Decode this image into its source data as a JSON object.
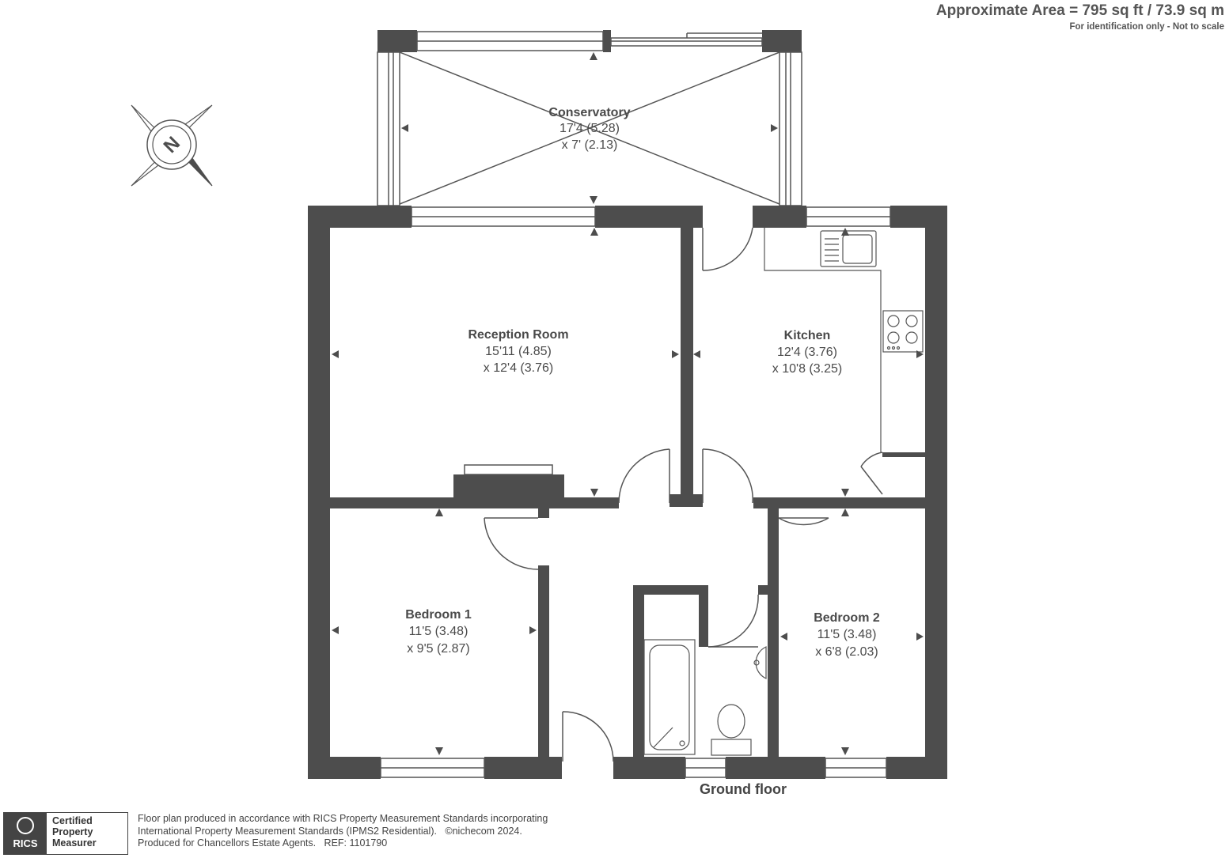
{
  "header": {
    "approx_area": "Approximate Area = 795 sq ft / 73.9 sq m",
    "note": "For identification only - Not to scale"
  },
  "rooms": {
    "conservatory": {
      "name": "Conservatory",
      "dim1": "17'4 (5.28)",
      "dim2": "x 7' (2.13)"
    },
    "reception": {
      "name": "Reception Room",
      "dim1": "15'11 (4.85)",
      "dim2": "x 12'4 (3.76)"
    },
    "kitchen": {
      "name": "Kitchen",
      "dim1": "12'4 (3.76)",
      "dim2": "x 10'8 (3.25)"
    },
    "bedroom1": {
      "name": "Bedroom 1",
      "dim1": "11'5 (3.48)",
      "dim2": "x 9'5 (2.87)"
    },
    "bedroom2": {
      "name": "Bedroom 2",
      "dim1": "11'5 (3.48)",
      "dim2": "x 6'8 (2.03)"
    }
  },
  "floor_label": "Ground floor",
  "compass": {
    "letter": "N",
    "icon": "compass-icon"
  },
  "badge": {
    "brand": "RICS",
    "line1": "Certified",
    "line2": "Property",
    "line3": "Measurer"
  },
  "footer": {
    "line1": "Floor plan produced in accordance with RICS Property Measurement Standards incorporating",
    "line2": "International Property Measurement Standards (IPMS2 Residential).   ©nichecom 2024.",
    "line3": "Produced for Chancellors Estate Agents.   REF: 1101790"
  },
  "colors": {
    "wall": "#4d4d4d",
    "line": "#555555",
    "text": "#4a4a4a"
  }
}
